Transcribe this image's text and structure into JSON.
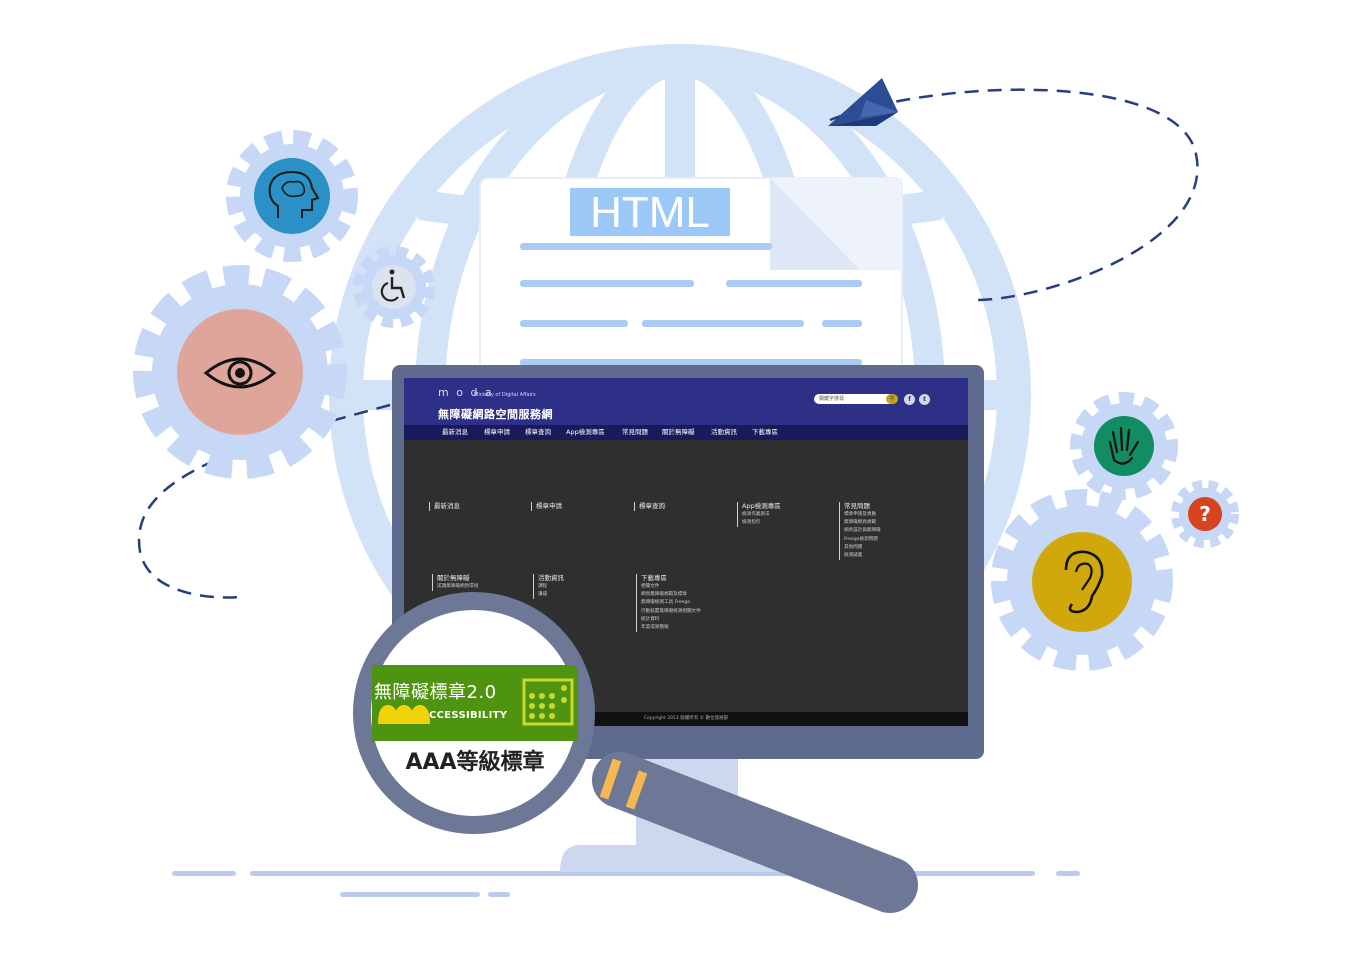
{
  "document": {
    "label": "HTML"
  },
  "site": {
    "logo": "m o d a",
    "ministry": "Ministry of Digital Affairs",
    "title": "無障礙網路空間服務網",
    "search_placeholder": "關鍵字搜尋",
    "nav": [
      "最新消息",
      "標章申請",
      "標章查詢",
      "App檢測專區",
      "常見問題",
      "關於無障礙",
      "活動資訊",
      "下載專區"
    ],
    "sitemap": [
      {
        "title": "最新消息",
        "links": []
      },
      {
        "title": "標章申請",
        "links": []
      },
      {
        "title": "標章查詢",
        "links": []
      },
      {
        "title": "App檢測專區",
        "links": [
          "檢測作業辦法",
          "檢測指引"
        ]
      },
      {
        "title": "常見問題",
        "links": [
          "標章申請及異動",
          "無障礙網頁規範",
          "網頁設計與無障礙",
          "Freego檢測問題",
          "其他問題",
          "檢測疑義"
        ]
      },
      {
        "title": "關於無障礙",
        "links": [
          "認識無障礙網頁環境"
        ]
      },
      {
        "title": "活動資訊",
        "links": [
          "課程",
          "講座"
        ]
      },
      {
        "title": "下載專區",
        "links": [
          "相關文件",
          "網頁無障礙規範及標章",
          "無障礙檢測工具 Freego",
          "行動裝置無障礙檢測相關文件",
          "統計資料",
          "年度成果簡報"
        ]
      }
    ],
    "footer": "Copyright 2013 版權所有 © 數位發展部"
  },
  "badge": {
    "title": "無障礙標章2.0",
    "subtitle": "CCESSIBILITY",
    "level": "AAA等級標章"
  },
  "icons": {
    "help": "?"
  },
  "colors": {
    "globe": "#d3e3f7",
    "gear": "#c6d8f5",
    "monitor_frame": "#5f6b8e",
    "site_header": "#2e2f87",
    "badge_green": "#4f9410",
    "eye_circle": "#dfa59b",
    "brain_circle": "#2a90c5",
    "hand_circle": "#128c63",
    "ear_circle": "#d1a80c",
    "help_circle": "#d8431f",
    "plane": "#2c4d96"
  }
}
